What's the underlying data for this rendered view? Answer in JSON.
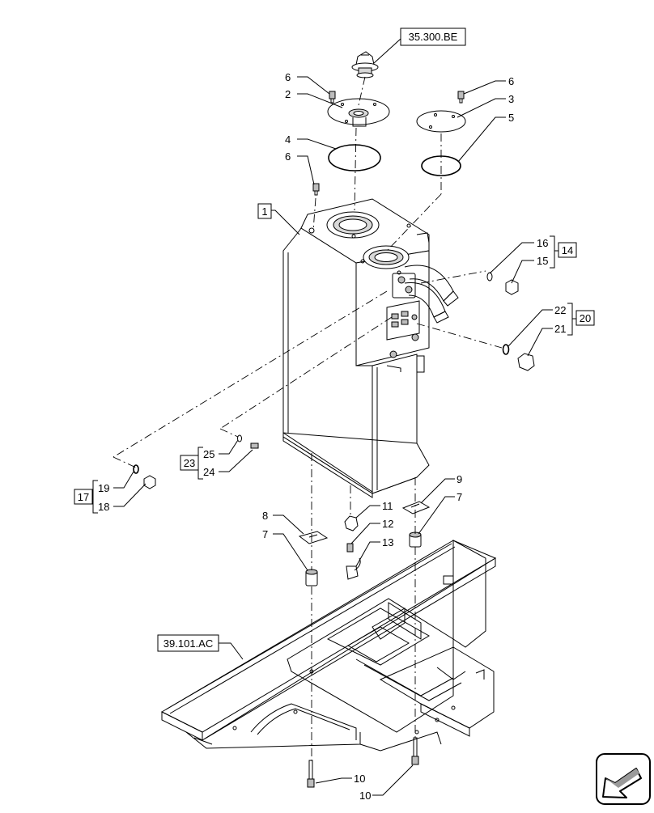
{
  "references": {
    "top": "35.300.BE",
    "frame": "39.101.AC"
  },
  "kits": {
    "kit_1": "1",
    "kit_14": "14",
    "kit_20": "20",
    "kit_23": "23",
    "kit_17": "17"
  },
  "callouts": {
    "c6a": "6",
    "c2": "2",
    "c4": "4",
    "c6b": "6",
    "c6c": "6",
    "c3": "3",
    "c5": "5",
    "c16": "16",
    "c15": "15",
    "c22": "22",
    "c21": "21",
    "c25": "25",
    "c24": "24",
    "c19": "19",
    "c18": "18",
    "c8": "8",
    "c7a": "7",
    "c11": "11",
    "c12": "12",
    "c13": "13",
    "c9": "9",
    "c7b": "7",
    "c10a": "10",
    "c10b": "10"
  },
  "icons": {
    "nav": "direction-arrow-icon"
  }
}
